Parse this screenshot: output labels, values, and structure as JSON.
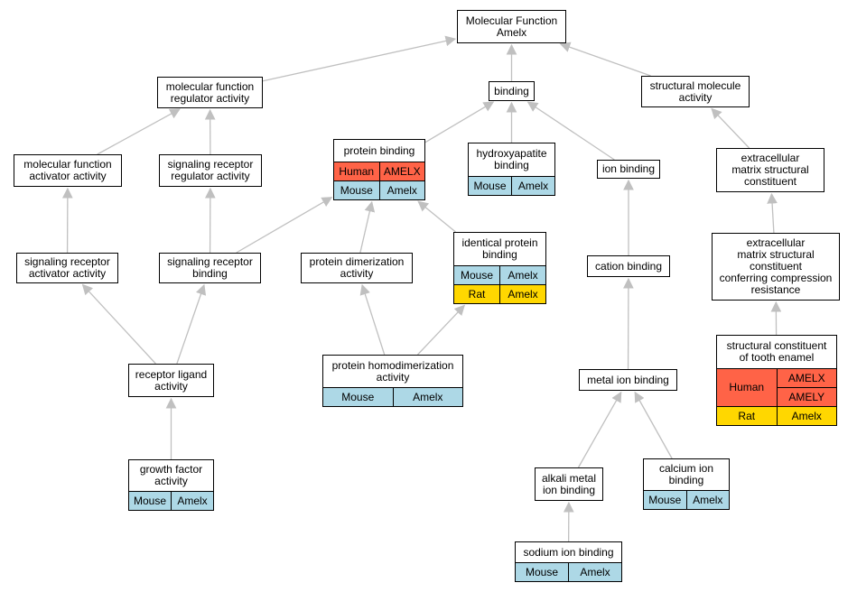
{
  "diagram": {
    "colors": {
      "node_border": "#000000",
      "edge": "#c0c0c0",
      "human": "#ff6347",
      "mouse": "#add8e6",
      "rat": "#ffd700",
      "node_fill": "#ffffff"
    },
    "nodes": {
      "mf_root": {
        "label": "Molecular Function\nAmelx"
      },
      "mf_regulator": {
        "label": "molecular function\nregulator activity"
      },
      "binding": {
        "label": "binding"
      },
      "structural_molecule": {
        "label": "structural molecule\nactivity"
      },
      "mf_activator": {
        "label": "molecular function\nactivator activity"
      },
      "sr_regulator": {
        "label": "signaling receptor\nregulator activity"
      },
      "protein_binding": {
        "label": "protein binding",
        "rows": [
          {
            "species": "Human",
            "genes": [
              "AMELX"
            ]
          },
          {
            "species": "Mouse",
            "genes": [
              "Amelx"
            ]
          }
        ]
      },
      "hydroxyapatite": {
        "label": "hydroxyapatite\nbinding",
        "rows": [
          {
            "species": "Mouse",
            "genes": [
              "Amelx"
            ]
          }
        ]
      },
      "ion_binding": {
        "label": "ion binding"
      },
      "ecm_structural": {
        "label": "extracellular\nmatrix structural\nconstituent"
      },
      "sr_activator": {
        "label": "signaling receptor\nactivator activity"
      },
      "sr_binding": {
        "label": "signaling receptor\nbinding"
      },
      "protein_dimerization": {
        "label": "protein dimerization\nactivity"
      },
      "identical_protein": {
        "label": "identical protein\nbinding",
        "rows": [
          {
            "species": "Mouse",
            "genes": [
              "Amelx"
            ]
          },
          {
            "species": "Rat",
            "genes": [
              "Amelx"
            ]
          }
        ]
      },
      "cation_binding": {
        "label": "cation binding"
      },
      "ecm_compression": {
        "label": "extracellular\nmatrix structural\nconstituent\nconferring compression\nresistance"
      },
      "receptor_ligand": {
        "label": "receptor ligand\nactivity"
      },
      "protein_homodimerization": {
        "label": "protein homodimerization\nactivity",
        "rows": [
          {
            "species": "Mouse",
            "genes": [
              "Amelx"
            ]
          }
        ]
      },
      "metal_ion": {
        "label": "metal ion binding"
      },
      "tooth_enamel": {
        "label": "structural constituent\nof tooth enamel",
        "rows": [
          {
            "species": "Human",
            "genes": [
              "AMELX",
              "AMELY"
            ]
          },
          {
            "species": "Rat",
            "genes": [
              "Amelx"
            ]
          }
        ]
      },
      "growth_factor": {
        "label": "growth factor\nactivity",
        "rows": [
          {
            "species": "Mouse",
            "genes": [
              "Amelx"
            ]
          }
        ]
      },
      "alkali_metal": {
        "label": "alkali metal\nion binding"
      },
      "calcium_ion": {
        "label": "calcium ion\nbinding",
        "rows": [
          {
            "species": "Mouse",
            "genes": [
              "Amelx"
            ]
          }
        ]
      },
      "sodium_ion": {
        "label": "sodium ion binding",
        "rows": [
          {
            "species": "Mouse",
            "genes": [
              "Amelx"
            ]
          }
        ]
      }
    },
    "edges": [
      {
        "from": "mf_regulator",
        "to": "mf_root"
      },
      {
        "from": "binding",
        "to": "mf_root"
      },
      {
        "from": "structural_molecule",
        "to": "mf_root"
      },
      {
        "from": "mf_activator",
        "to": "mf_regulator"
      },
      {
        "from": "sr_regulator",
        "to": "mf_regulator"
      },
      {
        "from": "protein_binding",
        "to": "binding"
      },
      {
        "from": "hydroxyapatite",
        "to": "binding"
      },
      {
        "from": "ion_binding",
        "to": "binding"
      },
      {
        "from": "ecm_structural",
        "to": "structural_molecule"
      },
      {
        "from": "sr_activator",
        "to": "mf_activator"
      },
      {
        "from": "sr_binding",
        "to": "sr_regulator"
      },
      {
        "from": "sr_binding",
        "to": "protein_binding"
      },
      {
        "from": "protein_dimerization",
        "to": "protein_binding"
      },
      {
        "from": "identical_protein",
        "to": "protein_binding"
      },
      {
        "from": "cation_binding",
        "to": "ion_binding"
      },
      {
        "from": "ecm_compression",
        "to": "ecm_structural"
      },
      {
        "from": "receptor_ligand",
        "to": "sr_activator"
      },
      {
        "from": "receptor_ligand",
        "to": "sr_binding"
      },
      {
        "from": "protein_homodimerization",
        "to": "protein_dimerization"
      },
      {
        "from": "protein_homodimerization",
        "to": "identical_protein"
      },
      {
        "from": "metal_ion",
        "to": "cation_binding"
      },
      {
        "from": "tooth_enamel",
        "to": "ecm_compression"
      },
      {
        "from": "growth_factor",
        "to": "receptor_ligand"
      },
      {
        "from": "alkali_metal",
        "to": "metal_ion"
      },
      {
        "from": "calcium_ion",
        "to": "metal_ion"
      },
      {
        "from": "sodium_ion",
        "to": "alkali_metal"
      }
    ]
  }
}
